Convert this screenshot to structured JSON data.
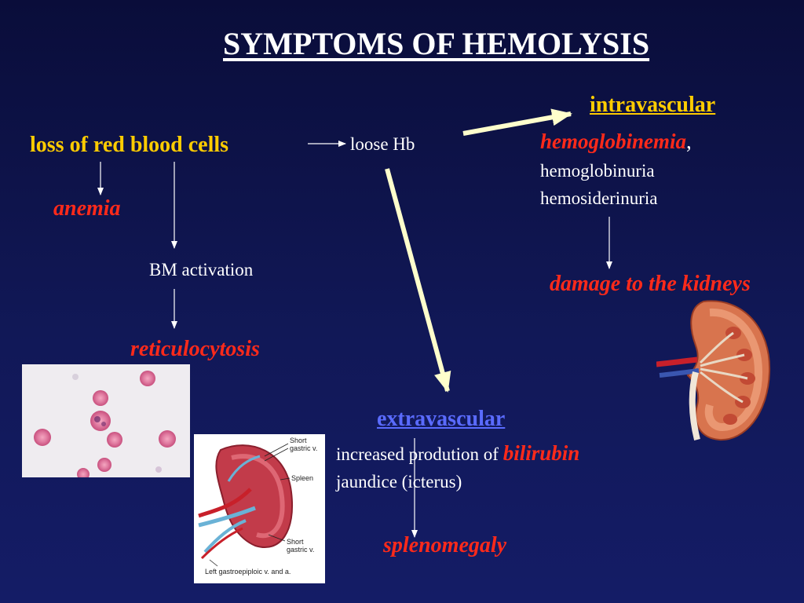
{
  "title": "SYMPTOMS OF HEMOLYSIS",
  "nodes": {
    "loss": "loss of red blood cells",
    "loose_hb": "loose Hb",
    "intravascular": "intravascular",
    "hemoglobinemia": "hemoglobinemia",
    "comma": ",",
    "hemoglobinuria": "hemoglobinuria",
    "hemosiderinuria": "hemosiderinuria",
    "anemia": "anemia",
    "bm_activation": "BM activation",
    "damage_kidneys": "damage to the kidneys",
    "reticulocytosis": "reticulocytosis",
    "extravascular": "extravascular",
    "increased_prefix": "increased prodution of ",
    "bilirubin": "bilirubin",
    "jaundice": "jaundice (icterus)",
    "splenomegaly": "splenomegaly"
  },
  "spleen_labels": {
    "short_gastric_top_1": "Short",
    "short_gastric_top_2": "gastric v.",
    "spleen": "Spleen",
    "short_gastric_bottom_1": "Short",
    "short_gastric_bottom_2": "gastric v.",
    "left_gastro": "Left gastroepiploic v. and a."
  },
  "colors": {
    "yellow_text": "#ffcc00",
    "red_text": "#ff2a1a",
    "link_blue": "#5a6bff",
    "arrow_cream": "#ffffcc",
    "background": "#111857"
  }
}
